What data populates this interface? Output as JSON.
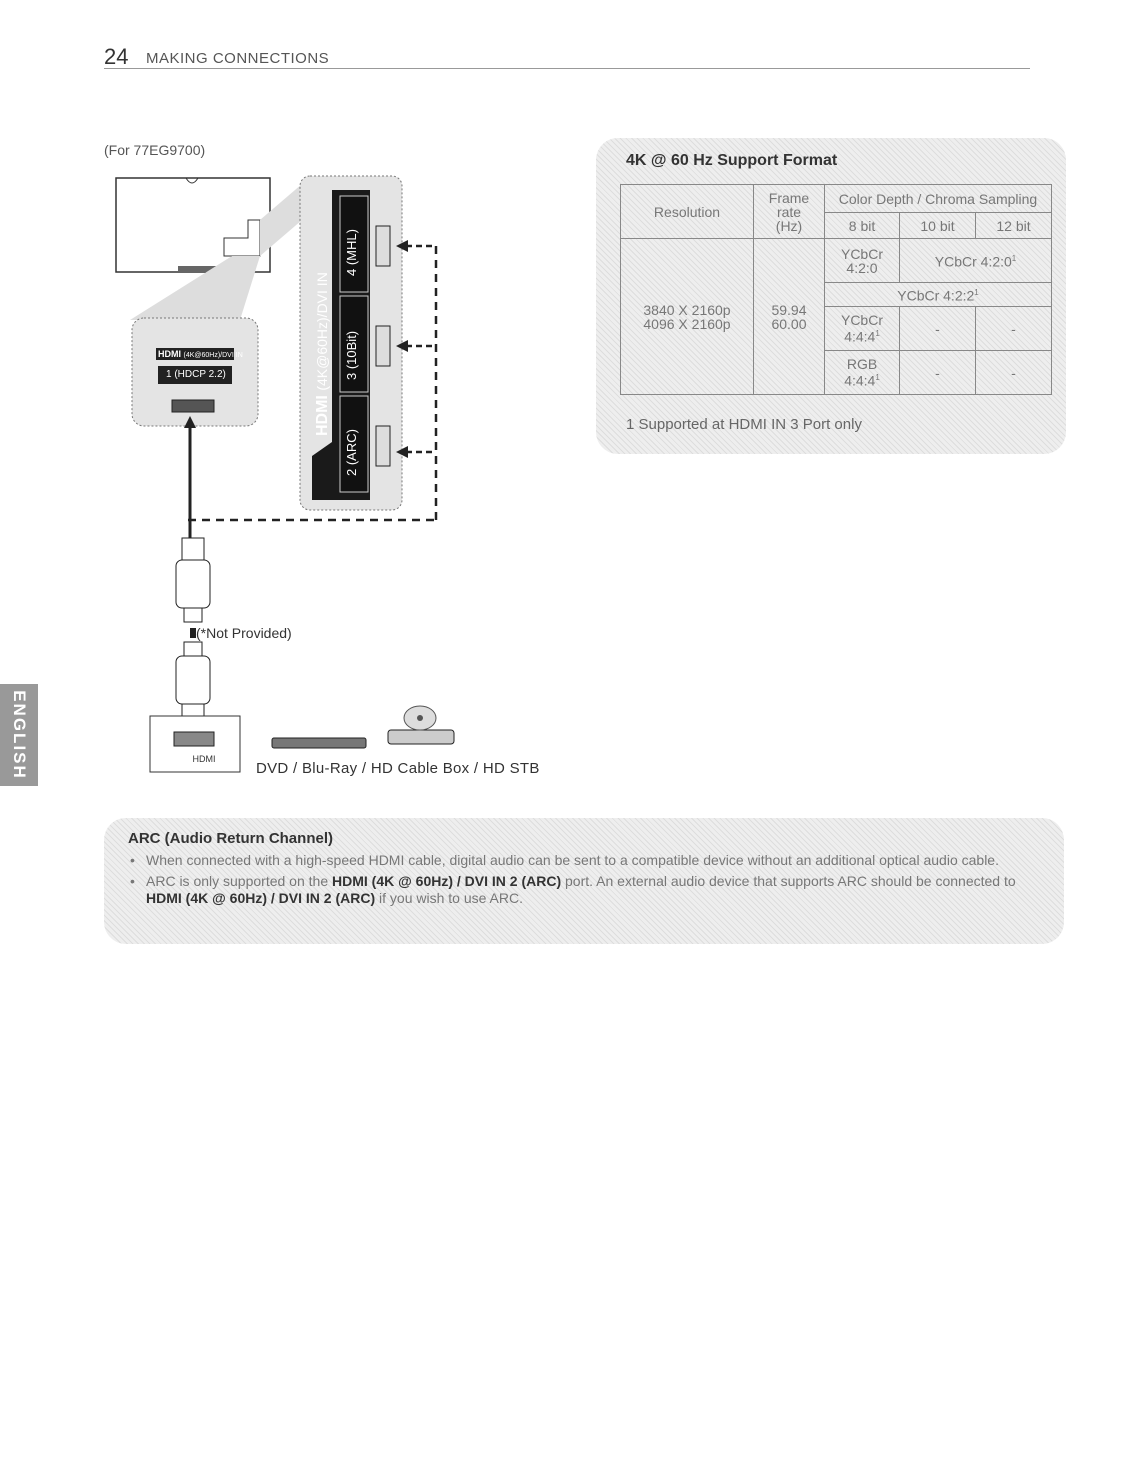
{
  "header": {
    "page_number": "24",
    "section": "MAKING CONNECTIONS"
  },
  "model_note": "(For 77EG9700)",
  "diagram": {
    "tv_port_brand": "HDMI",
    "tv_port_spec": "(4K@60Hz)/DVI IN",
    "tv_port_label": "1 (HDCP 2.2)",
    "panel_title": "(4K@60Hz)/DVI IN",
    "panel_brand": "HDMI",
    "port_4": "4 (MHL)",
    "port_3": "3 (10Bit)",
    "port_2": "2 (ARC)",
    "not_provided": "(*Not Provided)",
    "device_hdmi": "HDMI",
    "devices_label": "DVD / Blu-Ray / HD Cable Box / HD STB"
  },
  "format_table": {
    "title": "4K @ 60 Hz Support Format",
    "col_resolution": "Resolution",
    "col_frame_rate_lines": [
      "Frame",
      "rate",
      "(Hz)"
    ],
    "col_color_depth": "Color Depth / Chroma Sampling",
    "bit_headers": [
      "8 bit",
      "10 bit",
      "12 bit"
    ],
    "resolutions": [
      "3840 X 2160p",
      "4096 X 2160p"
    ],
    "frame_rates": [
      "59.94",
      "60.00"
    ],
    "row1": {
      "c8": [
        "YCbCr",
        "4:2:0"
      ],
      "c10_12": "YCbCr 4:2:0",
      "c10_12_sup": "1"
    },
    "row2": {
      "span": "YCbCr 4:2:2",
      "span_sup": "1"
    },
    "row3": {
      "c8": [
        "YCbCr",
        "4:4:4"
      ],
      "c8_sup": "1",
      "c10": "-",
      "c12": "-"
    },
    "row4": {
      "c8": [
        "RGB",
        "4:4:4"
      ],
      "c8_sup": "1",
      "c10": "-",
      "c12": "-"
    },
    "footnote": "1 Supported at HDMI IN 3 Port only"
  },
  "arc": {
    "title": "ARC (Audio Return Channel)",
    "bullet1": "When connected with a high-speed HDMI cable, digital audio can be sent to a compatible device without an additional optical audio cable.",
    "bullet2_a": "ARC is only supported on the ",
    "bullet2_b": "HDMI (4K @ 60Hz) / DVI IN 2 (ARC)",
    "bullet2_c": " port. An external audio device that supports ARC should be connected to ",
    "bullet2_d": "HDMI (4K @ 60Hz) / DVI IN 2 (ARC)",
    "bullet2_e": " if you wish to use ARC."
  },
  "side_tab": "ENGLISH"
}
